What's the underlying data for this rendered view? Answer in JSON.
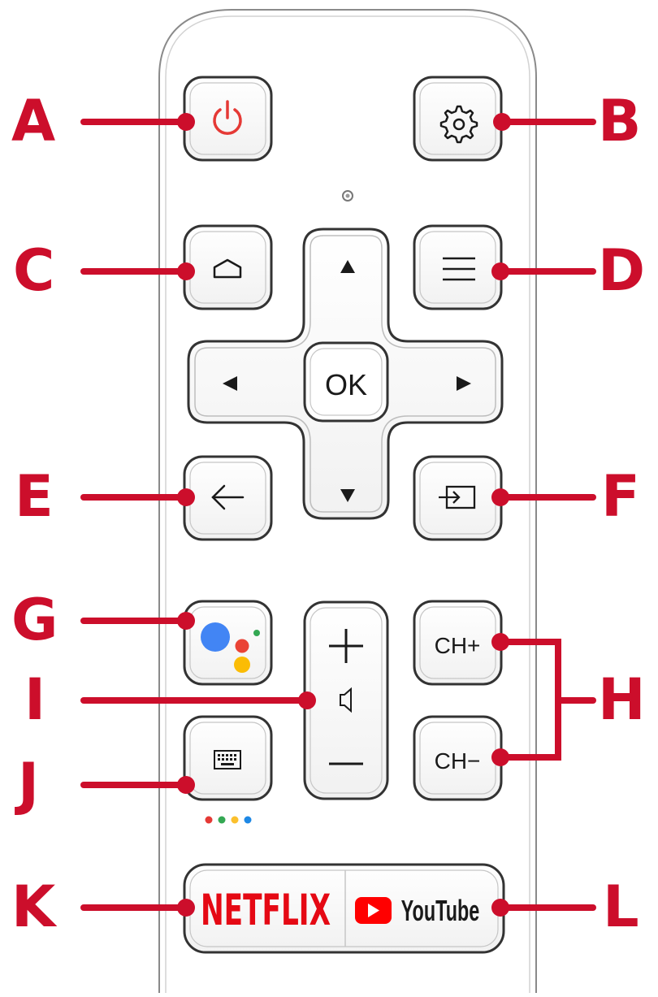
{
  "buttons": {
    "ok": "OK",
    "ch_up": "CH+",
    "ch_down": "CH−",
    "netflix": "NETFLIX",
    "youtube": "YouTube"
  },
  "callouts": {
    "a": "A",
    "b": "B",
    "c": "C",
    "d": "D",
    "e": "E",
    "f": "F",
    "g": "G",
    "h": "H",
    "i": "I",
    "j": "J",
    "k": "K",
    "l": "L"
  },
  "colors": {
    "callout_red": "#cc0e2b",
    "power_red": "#e53935",
    "assistant_blue": "#4285f4",
    "assistant_red": "#ea4335",
    "assistant_yellow": "#fbbc05",
    "assistant_green": "#34a853",
    "netflix_red": "#e50914",
    "youtube_red": "#ff0000"
  },
  "icons": {
    "power": "power-icon",
    "settings": "gear-icon",
    "home": "home-icon",
    "menu": "menu-icon",
    "back": "back-arrow-icon",
    "input": "input-source-icon",
    "assistant": "google-assistant-icon",
    "keyboard": "keyboard-icon",
    "volume": "speaker-icon"
  }
}
